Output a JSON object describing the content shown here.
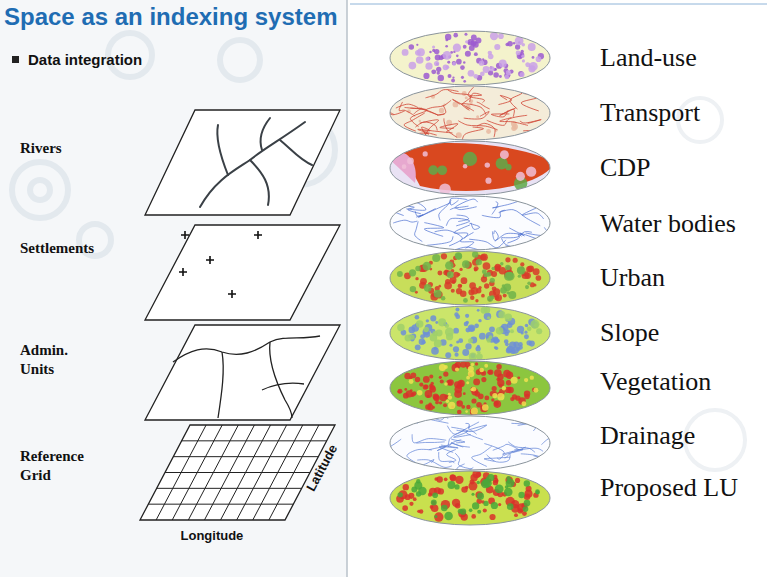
{
  "diagram": {
    "title": "Space as an indexing system",
    "labels": [
      "Data integration",
      "Rivers",
      "Settlements",
      "Admin. Units",
      "Reference Grid",
      "Latitude",
      "Longitude",
      "Land-use",
      "Transport",
      "CDP",
      "Water bodies",
      "Urban",
      "Slope",
      "Vegetation",
      "Drainage",
      "Proposed LU"
    ]
  }
}
